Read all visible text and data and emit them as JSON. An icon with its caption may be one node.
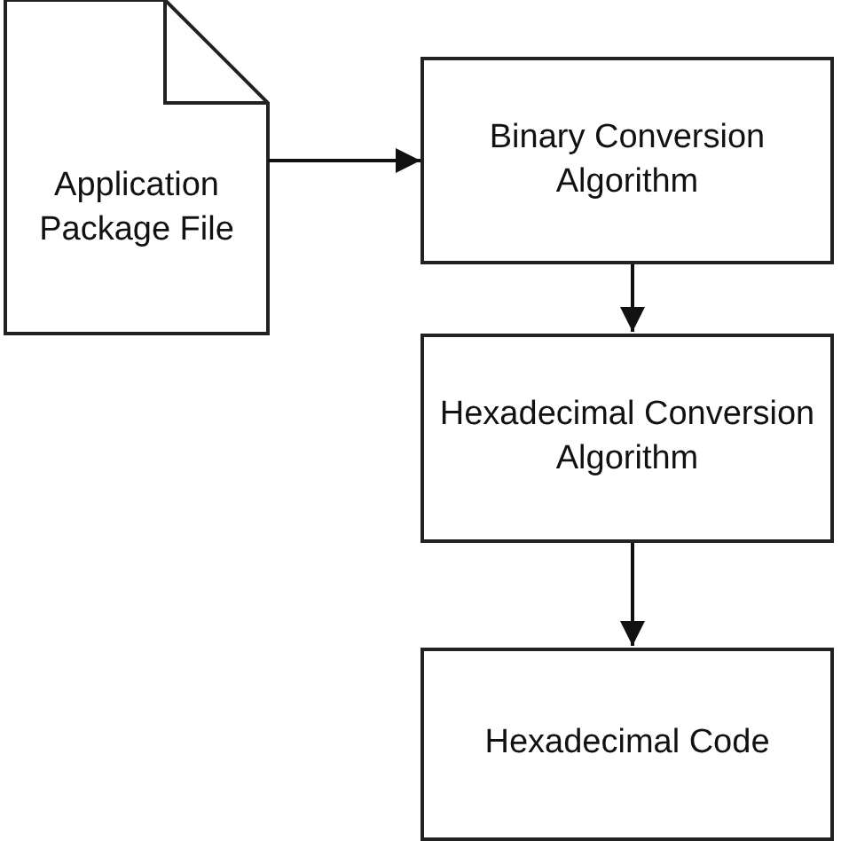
{
  "diagram": {
    "nodes": [
      {
        "text": [
          "Application Package File"
        ]
      },
      {
        "text": [
          "Binary Conversion Algorithm"
        ]
      },
      {
        "text": [
          "Hexadecimal Conversion Algorithm"
        ]
      },
      {
        "text": [
          "Hexadecimal Code"
        ]
      }
    ],
    "edges": [
      {
        "from": 0,
        "to": 1,
        "arrow": "to"
      },
      {
        "from": 1,
        "to": 2,
        "arrow": "to"
      },
      {
        "from": 2,
        "to": 3,
        "arrow": "to"
      }
    ]
  }
}
